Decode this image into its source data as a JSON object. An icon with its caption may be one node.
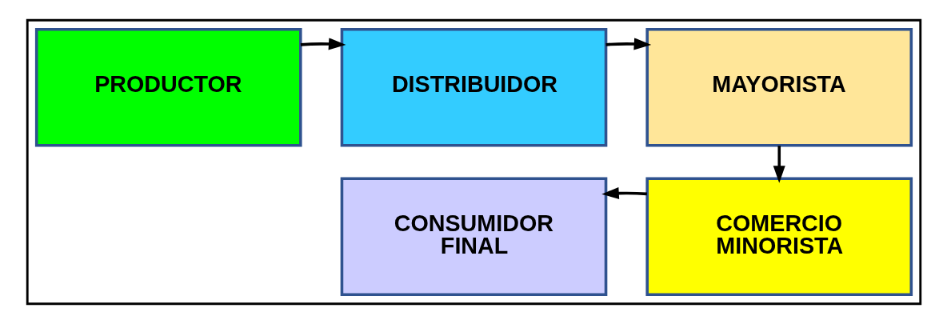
{
  "diagram": {
    "nodes": [
      {
        "text": [],
        "shape": "box"
      },
      {
        "text": [
          "PRODUCTOR"
        ],
        "in": 0
      },
      {
        "text": [
          "DISTRIBUIDOR"
        ],
        "in": 0
      },
      {
        "text": [
          "MAYORISTA"
        ],
        "in": 0
      },
      {
        "text": [
          "CONSUMIDOR FINAL"
        ],
        "in": 0
      },
      {
        "text": [
          "COMERCIO MINORISTA"
        ],
        "in": 0
      }
    ],
    "edges": [
      {
        "from": 1,
        "to": 2,
        "arrow": "to"
      },
      {
        "from": 2,
        "to": 3,
        "arrow": "to"
      },
      {
        "from": 3,
        "to": 5,
        "arrow": "to"
      },
      {
        "from": 5,
        "to": 4,
        "arrow": "to"
      }
    ]
  }
}
